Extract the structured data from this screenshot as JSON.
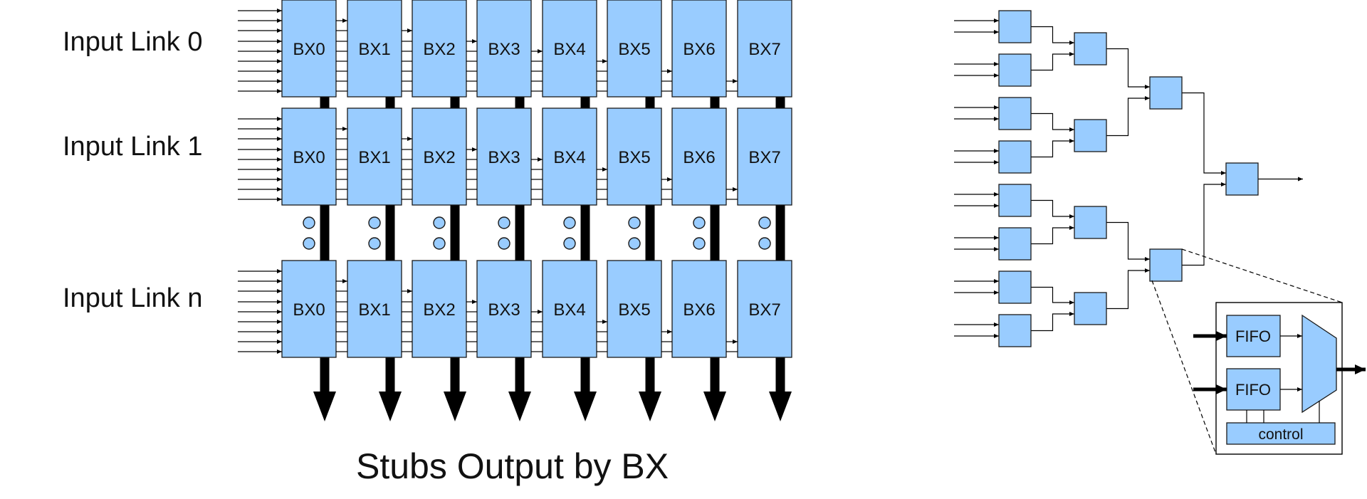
{
  "grid": {
    "bx_labels": [
      "BX0",
      "BX1",
      "BX2",
      "BX3",
      "BX4",
      "BX5",
      "BX6",
      "BX7"
    ],
    "rows": [
      {
        "label": "Input Link 0"
      },
      {
        "label": "Input Link 1"
      },
      {
        "label": "Input Link n"
      }
    ],
    "output_label": "Stubs Output by BX"
  },
  "tree": {
    "detail": {
      "fifo_labels": [
        "FIFO",
        "FIFO"
      ],
      "control_label": "control"
    }
  },
  "colors": {
    "box_fill": "#99ccff",
    "stroke": "#000000"
  }
}
